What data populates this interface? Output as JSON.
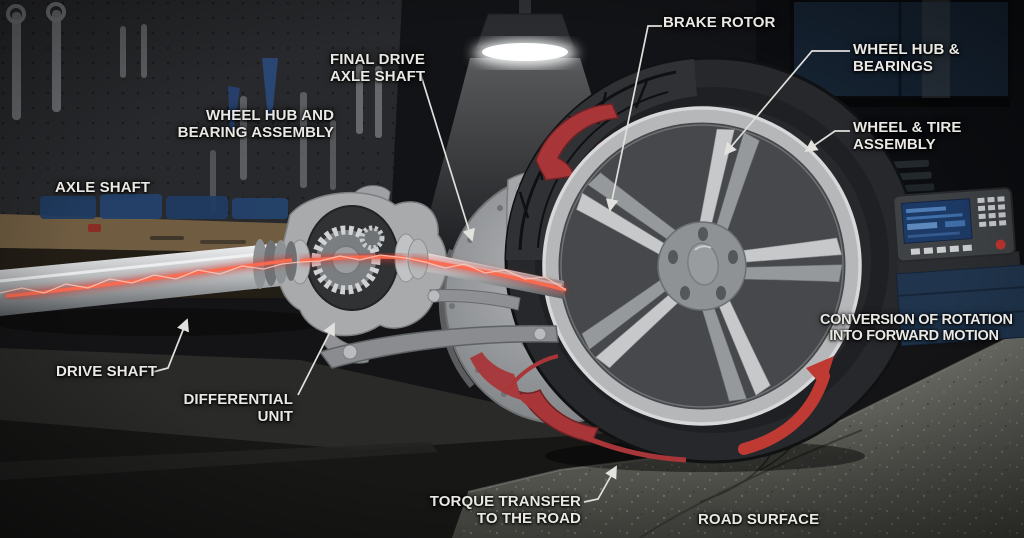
{
  "scene": {
    "name": "Car drivetrain and wheel assembly cutaway diagram",
    "colors": {
      "background": "#121316",
      "label_text": "#e9e8e4",
      "leader_line": "#e0dfdb",
      "energy_glow_red": "#e0402f",
      "tire_cutaway_red": "#a83639",
      "rotation_arrow_red": "#bf3a33",
      "wheel_silver": "#b5b7b9",
      "console_screen_blue": "#2a4d80",
      "road_gray": "#6b6b66"
    }
  },
  "labels": {
    "axle_shaft": "AXLE SHAFT",
    "wheel_hub_and_bearing_assembly": [
      "WHEEL HUB AND",
      "BEARING ASSEMBLY"
    ],
    "final_drive_axle_shaft": [
      "FINAL DRIVE",
      "AXLE SHAFT"
    ],
    "brake_rotor": "BRAKE ROTOR",
    "wheel_hub_bearings": [
      "WHEEL HUB &",
      "BEARINGS"
    ],
    "wheel_tire_assembly": [
      "WHEEL & TIRE",
      "ASSEMBLY"
    ],
    "conversion_rotation": [
      "CONVERSION OF ROTATION",
      "INTO FORWARD MOTION"
    ],
    "drive_shaft": "DRIVE SHAFT",
    "differential_unit": [
      "DIFFERENTIAL",
      "UNIT"
    ],
    "torque_transfer": [
      "TORQUE TRANSFER",
      "TO THE ROAD"
    ],
    "road_surface": "ROAD SURFACE"
  }
}
